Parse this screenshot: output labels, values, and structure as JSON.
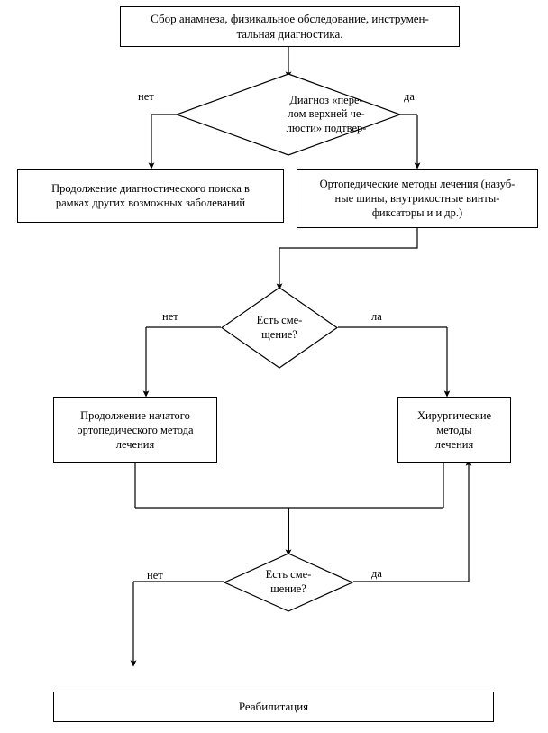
{
  "diagram": {
    "title": "Алгоритм диагностики и лечения перелома верхней челюсти",
    "type": "flowchart",
    "language": "ru",
    "colors": {
      "stroke": "#000000",
      "background": "#ffffff",
      "text": "#000000"
    },
    "nodes": [
      {
        "id": "start",
        "shape": "process",
        "text": "Сбор анамнеза, физикальное обследование, инструмен-\nтальная диагностика."
      },
      {
        "id": "decision1",
        "shape": "decision",
        "text": "Диагноз «пере-\nлом верхней че-\nлюсти» подтвер-"
      },
      {
        "id": "no_branch_1",
        "shape": "process",
        "text": "Продолжение  диагностического  поиска в\nрамках других возможных заболеваний"
      },
      {
        "id": "yes_branch_1",
        "shape": "process",
        "text": "Ортопедические  методы лечения (назуб-\nные шины, внутрикостные винты-\nфиксаторы и и др.)"
      },
      {
        "id": "decision2",
        "shape": "decision",
        "text": "Есть сме-\nщение?"
      },
      {
        "id": "continue_ortho",
        "shape": "process",
        "text": "Продолжение начатого\nортопедического  метода\nлечения"
      },
      {
        "id": "surgery",
        "shape": "process",
        "text": "Хирургические\nметоды\nлечения"
      },
      {
        "id": "decision3",
        "shape": "decision",
        "text": "Есть сме-\nшение?"
      },
      {
        "id": "rehab",
        "shape": "process",
        "text": "Реабилитация"
      }
    ],
    "edge_labels": {
      "d1_no": "нет",
      "d1_yes": "да",
      "d2_no": "нет",
      "d2_yes": "ла",
      "d3_no": "нет",
      "d3_yes": "да"
    }
  }
}
